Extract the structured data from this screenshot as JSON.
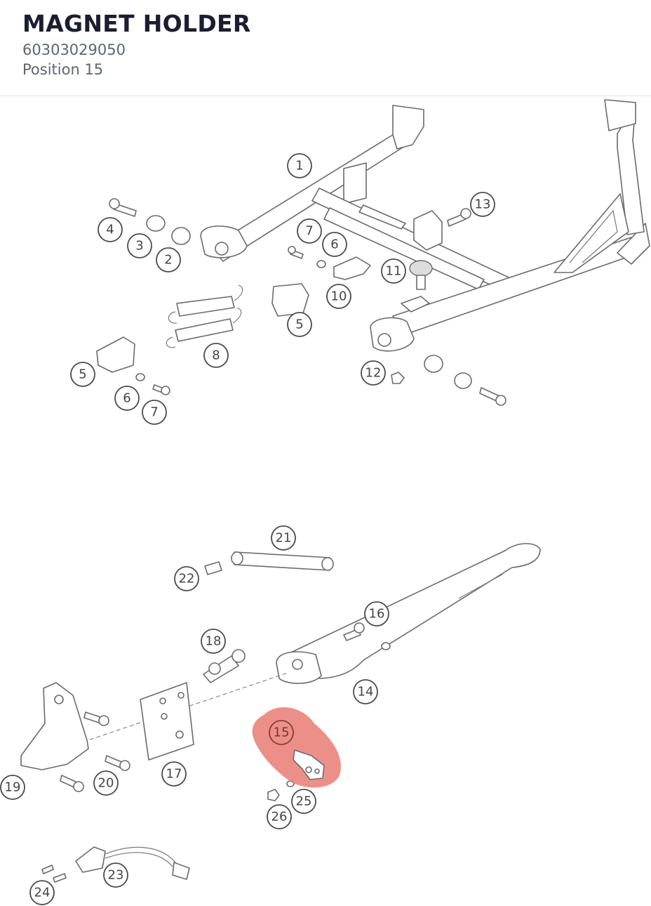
{
  "header": {
    "title": "MAGNET HOLDER",
    "part_number": "60303029050",
    "position": "Position 15"
  },
  "diagram": {
    "selected_callout": "15",
    "highlight_color": "#e9736b",
    "callouts": [
      "1",
      "4",
      "3",
      "2",
      "13",
      "7",
      "6",
      "11",
      "10",
      "5",
      "8",
      "5",
      "6",
      "7",
      "12",
      "21",
      "22",
      "16",
      "18",
      "14",
      "15",
      "19",
      "20",
      "17",
      "25",
      "26",
      "23",
      "24"
    ]
  }
}
